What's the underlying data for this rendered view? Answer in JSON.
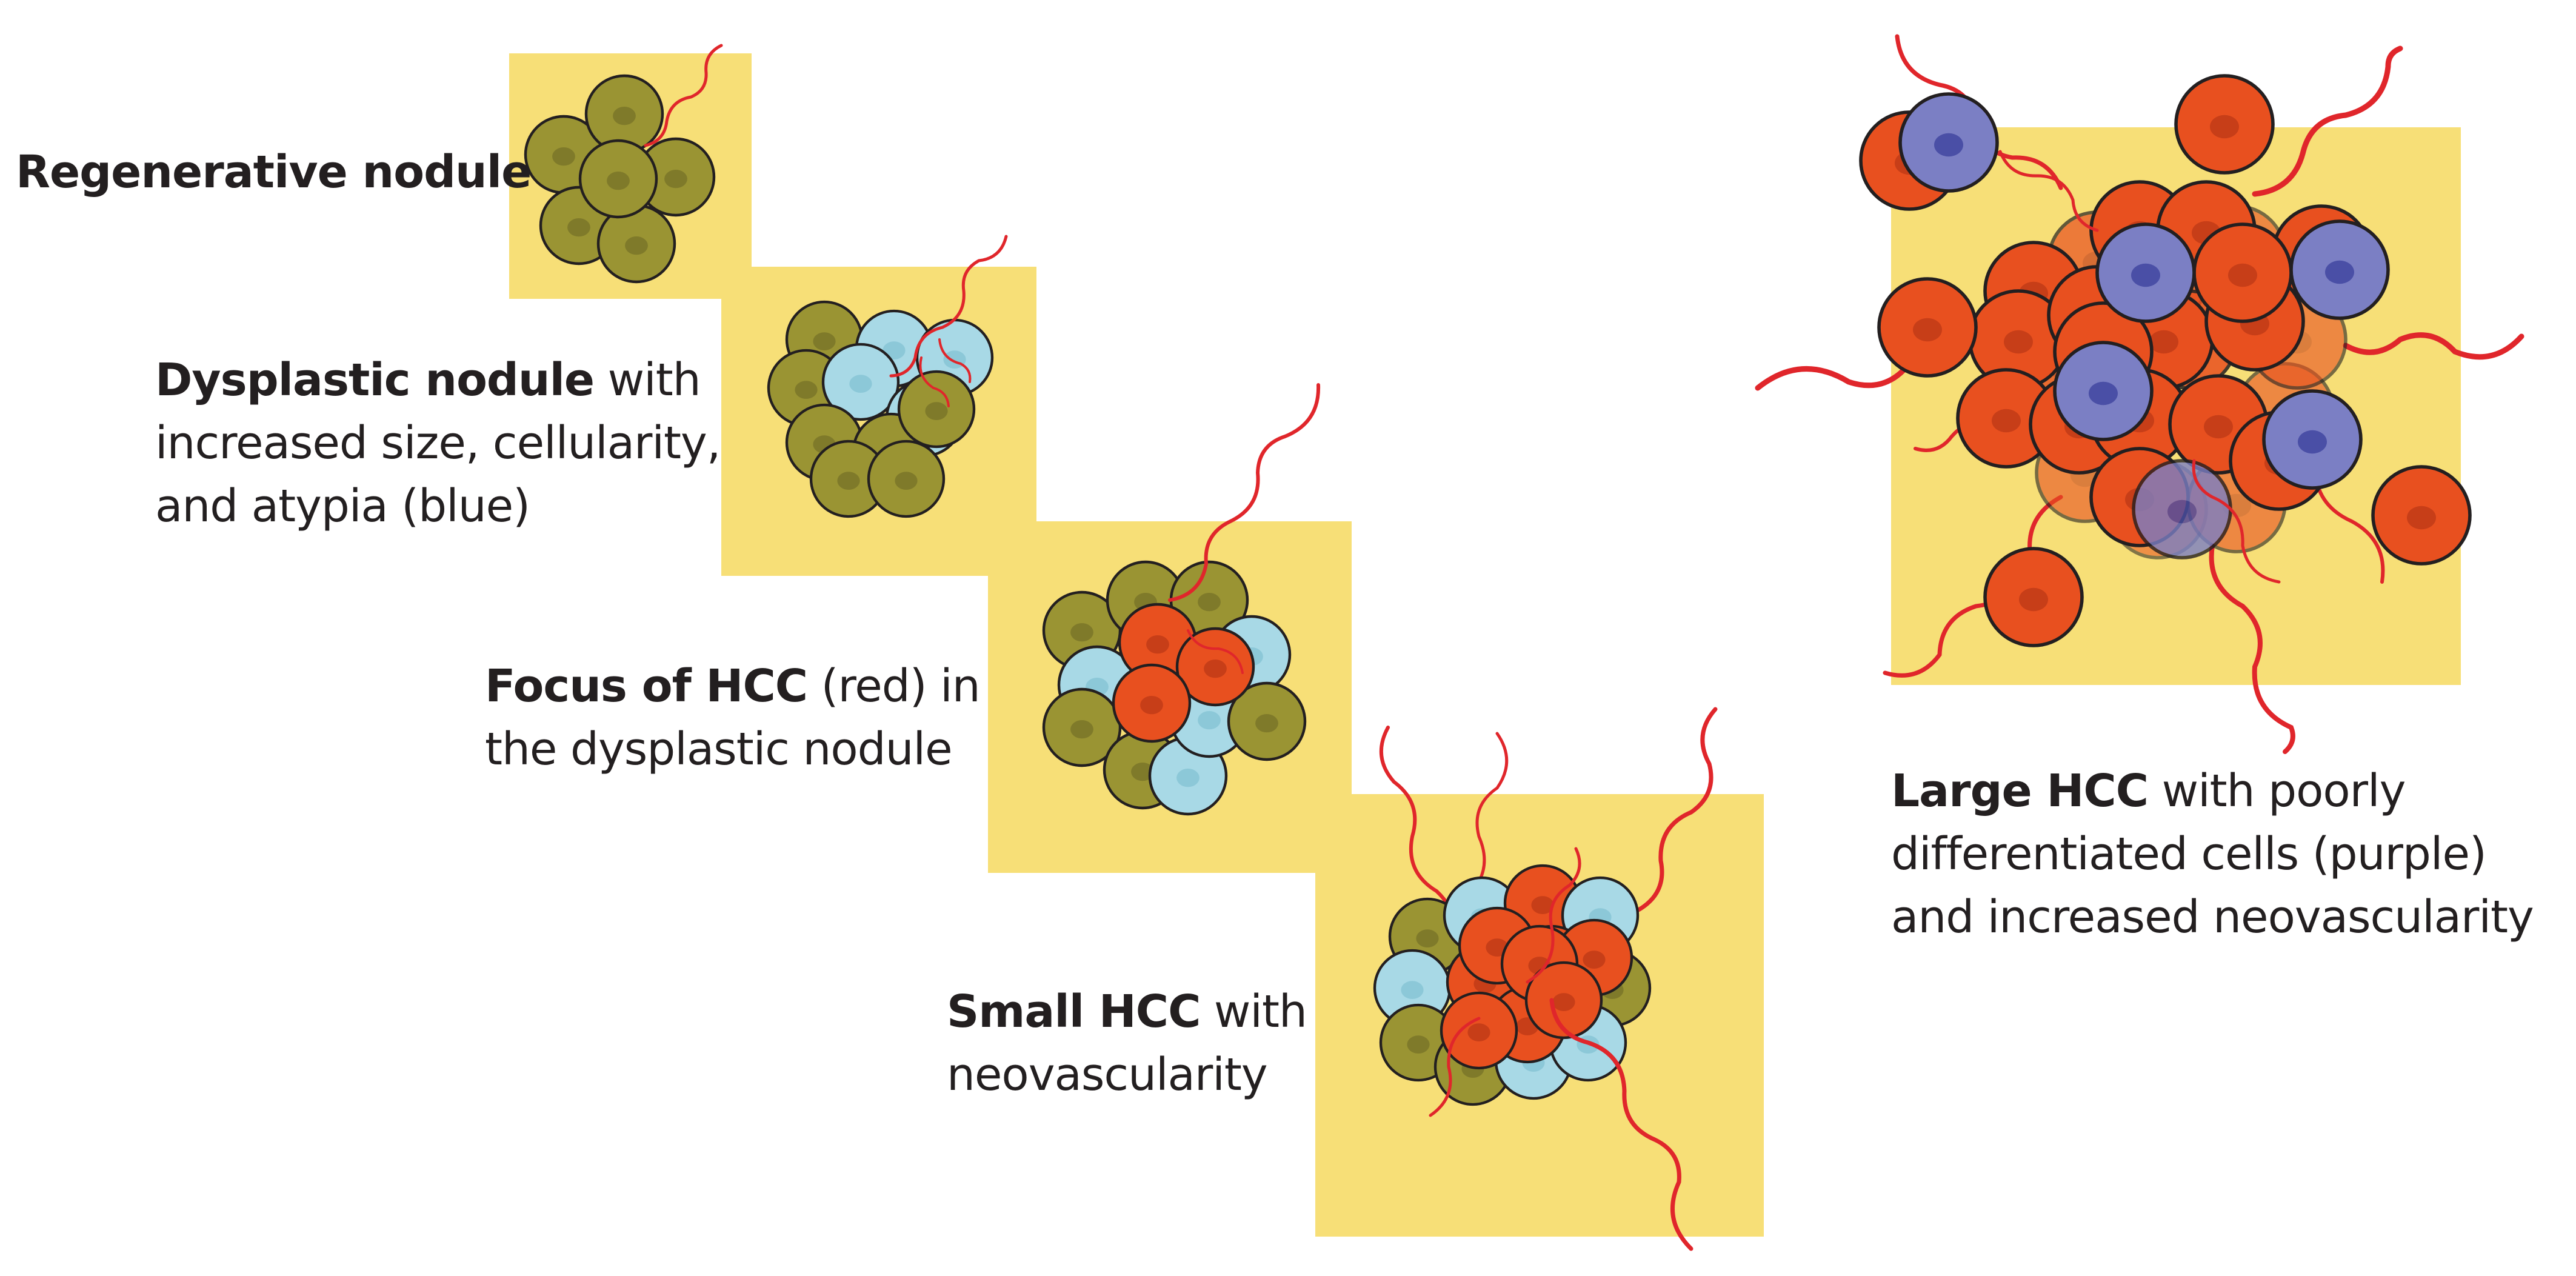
{
  "stages": [
    {
      "id": "regenerative",
      "bold": "Regenerative nodule",
      "rest": "",
      "lines": []
    },
    {
      "id": "dysplastic",
      "bold": "Dysplastic nodule",
      "rest": " with",
      "lines": [
        "increased size, cellularity,",
        "and atypia (blue)"
      ]
    },
    {
      "id": "focus",
      "bold": "Focus of HCC",
      "rest": " (red) in",
      "lines": [
        "the dysplastic nodule"
      ]
    },
    {
      "id": "small",
      "bold": "Small HCC",
      "rest": " with",
      "lines": [
        "neovascularity"
      ]
    },
    {
      "id": "large",
      "bold": "Large HCC",
      "rest": " with poorly",
      "lines": [
        "differentiated cells (purple)",
        "and increased neovascularity"
      ]
    }
  ],
  "colors": {
    "panel": "#f7df77",
    "normal_cell": "#9a9433",
    "normal_nucleus": "#7f7a2a",
    "atypical_cell": "#a8d9e6",
    "atypical_nucleus": "#8cc8d8",
    "hcc_cell": "#e8501f",
    "hcc_nucleus": "#c73e18",
    "poor_cell": "#7b7fc4",
    "poor_nucleus": "#4a4fa6",
    "vessel": "#e0262b",
    "cell_outline": "#231f20"
  }
}
